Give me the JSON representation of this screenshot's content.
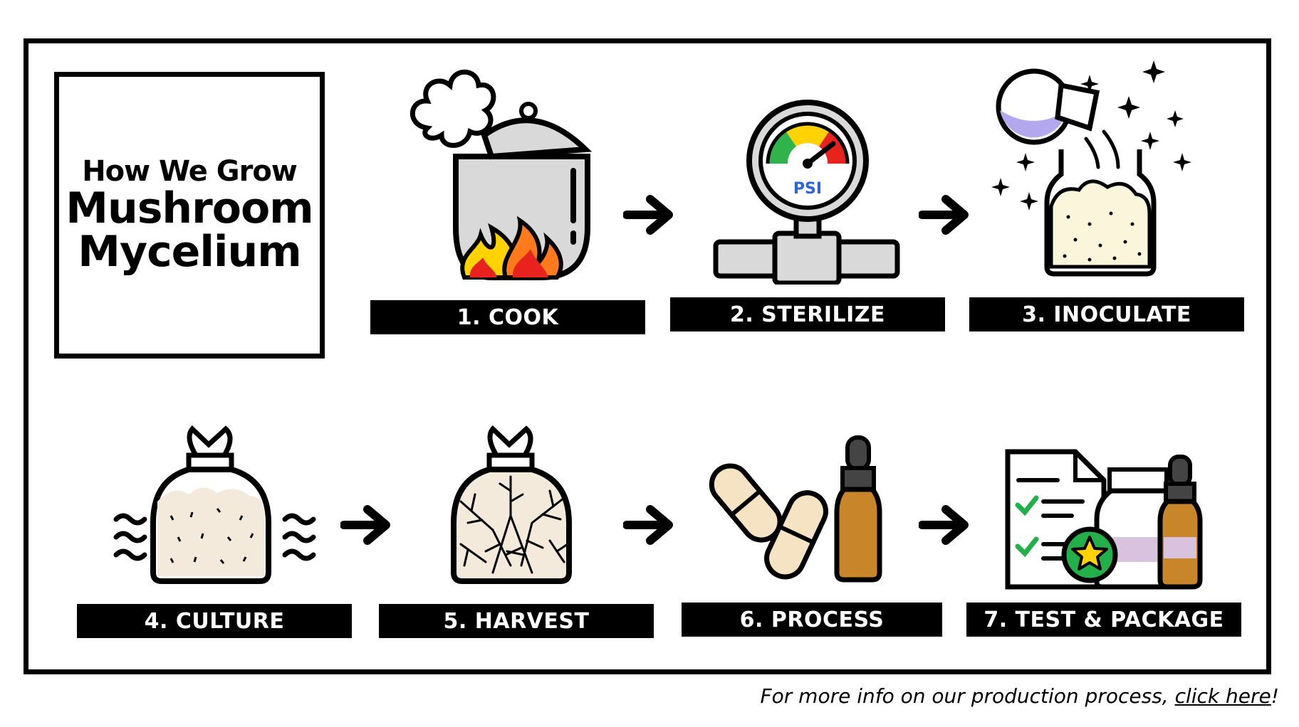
{
  "title": {
    "line1": "How We Grow",
    "line2": "Mushroom",
    "line3": "Mycelium"
  },
  "steps": [
    {
      "label": "1. COOK",
      "icon": "cooking-pot-icon"
    },
    {
      "label": "2. STERILIZE",
      "icon": "pressure-gauge-icon"
    },
    {
      "label": "3. INOCULATE",
      "icon": "flask-jar-icon"
    },
    {
      "label": "4. CULTURE",
      "icon": "culture-bag-icon"
    },
    {
      "label": "5. HARVEST",
      "icon": "harvest-bag-icon"
    },
    {
      "label": "6. PROCESS",
      "icon": "capsules-dropper-icon"
    },
    {
      "label": "7. TEST & PACKAGE",
      "icon": "report-bottles-icon"
    }
  ],
  "gauge_text": "PSI",
  "footer": {
    "prefix": "For more info on our production process, ",
    "link": "click here",
    "suffix": "!"
  },
  "colors": {
    "outline": "#000000",
    "pot": "#d9d9d9",
    "flame_red": "#e8231d",
    "flame_yellow": "#ffd200",
    "gauge_blue": "#2f63d8",
    "substrate": "#fbf5dc",
    "amber": "#c8852a",
    "star_green": "#23b04a"
  }
}
